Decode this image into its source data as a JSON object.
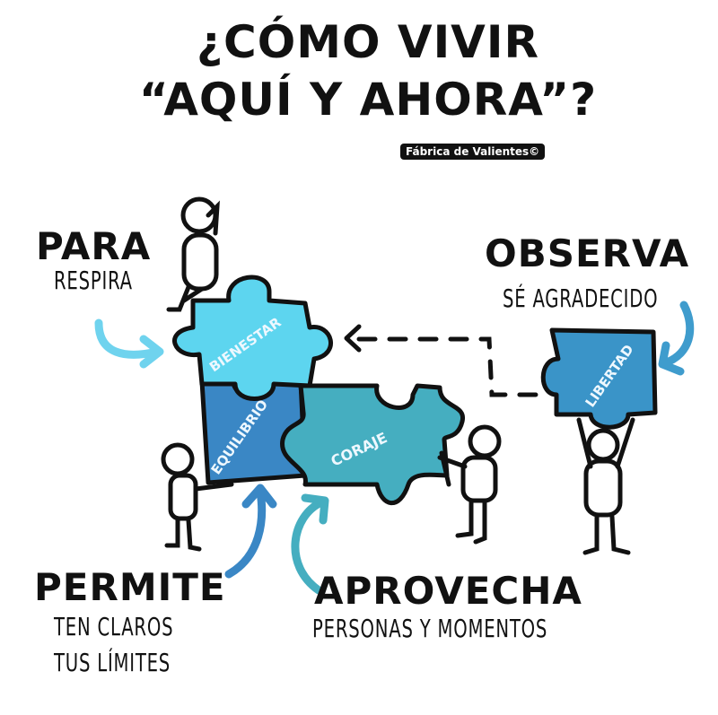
{
  "title": {
    "line1": "¿CÓMO VIVIR",
    "line2": "“AQUÍ Y AHORA”?"
  },
  "credit": "Fábrica de Valientes©",
  "sections": {
    "para": {
      "heading": "PARA",
      "sub": "RESPIRA"
    },
    "observa": {
      "heading": "OBSERVA",
      "sub": "SÉ AGRADECIDO"
    },
    "permite": {
      "heading": "PERMITE",
      "sub_line1": "TEN CLAROS",
      "sub_line2": "TUS LÍMITES"
    },
    "aprovecha": {
      "heading": "APROVECHA",
      "sub": "PERSONAS Y MOMENTOS"
    }
  },
  "puzzle_pieces": {
    "bienestar": {
      "label": "BIENESTAR",
      "color": "#5dd5ef"
    },
    "equilibrio": {
      "label": "EQUILIBRIO",
      "color": "#3a87c5"
    },
    "coraje": {
      "label": "CORAJE",
      "color": "#45aec0"
    },
    "libertad": {
      "label": "LIBERTAD",
      "color": "#3a94c8"
    }
  },
  "arrow_colors": {
    "para": "#6fd3ee",
    "observa": "#3f9ccd",
    "permite": "#3a87c5",
    "aprovecha": "#45aec0"
  }
}
